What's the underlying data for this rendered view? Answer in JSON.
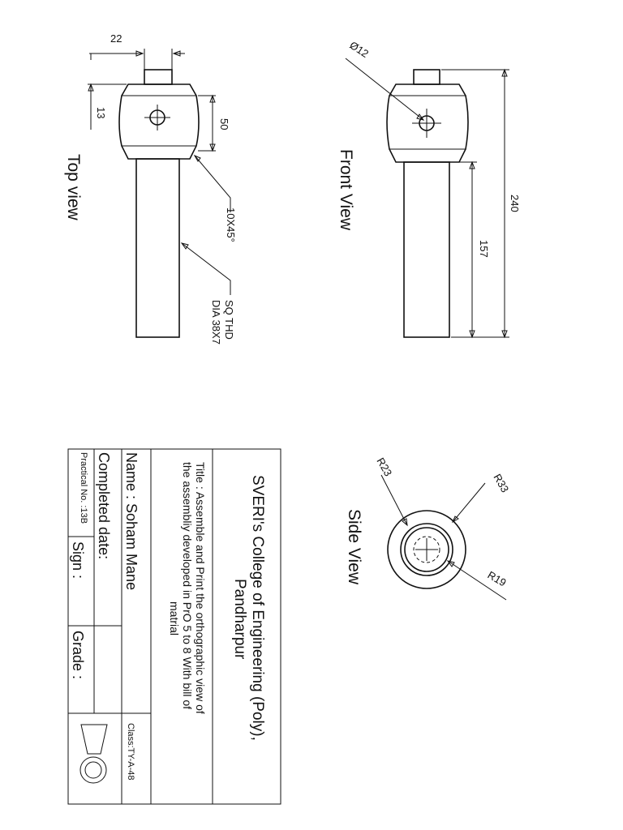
{
  "views": {
    "top_view": "Top view",
    "front_view": "Front View",
    "side_view": "Side View"
  },
  "dimensions": {
    "d22": "22",
    "d13": "13",
    "d50": "50",
    "chamfer": "10X45°",
    "thread_line1": "SQ THD",
    "thread_line2": "DIA 38X7",
    "dia12": "Ø12",
    "d240": "240",
    "d157": "157",
    "r23": "R23",
    "r33": "R33",
    "r19": "R19"
  },
  "title_block": {
    "college_line1": "SVERI's College of Engineering (Poly),",
    "college_line2": "Pandharpur",
    "title_line1": "Title : Assemble and Print the orthographic view of",
    "title_line2": "the assembliy developed in PrO 5 to 8 With bill of",
    "title_line3": "matrial",
    "name": "Name : Soham Mane",
    "completed": "Completed date:",
    "class": "Class:TY-A-48",
    "practical": "Practical No. :13B",
    "sign": "Sign :",
    "grade": "Grade :"
  }
}
